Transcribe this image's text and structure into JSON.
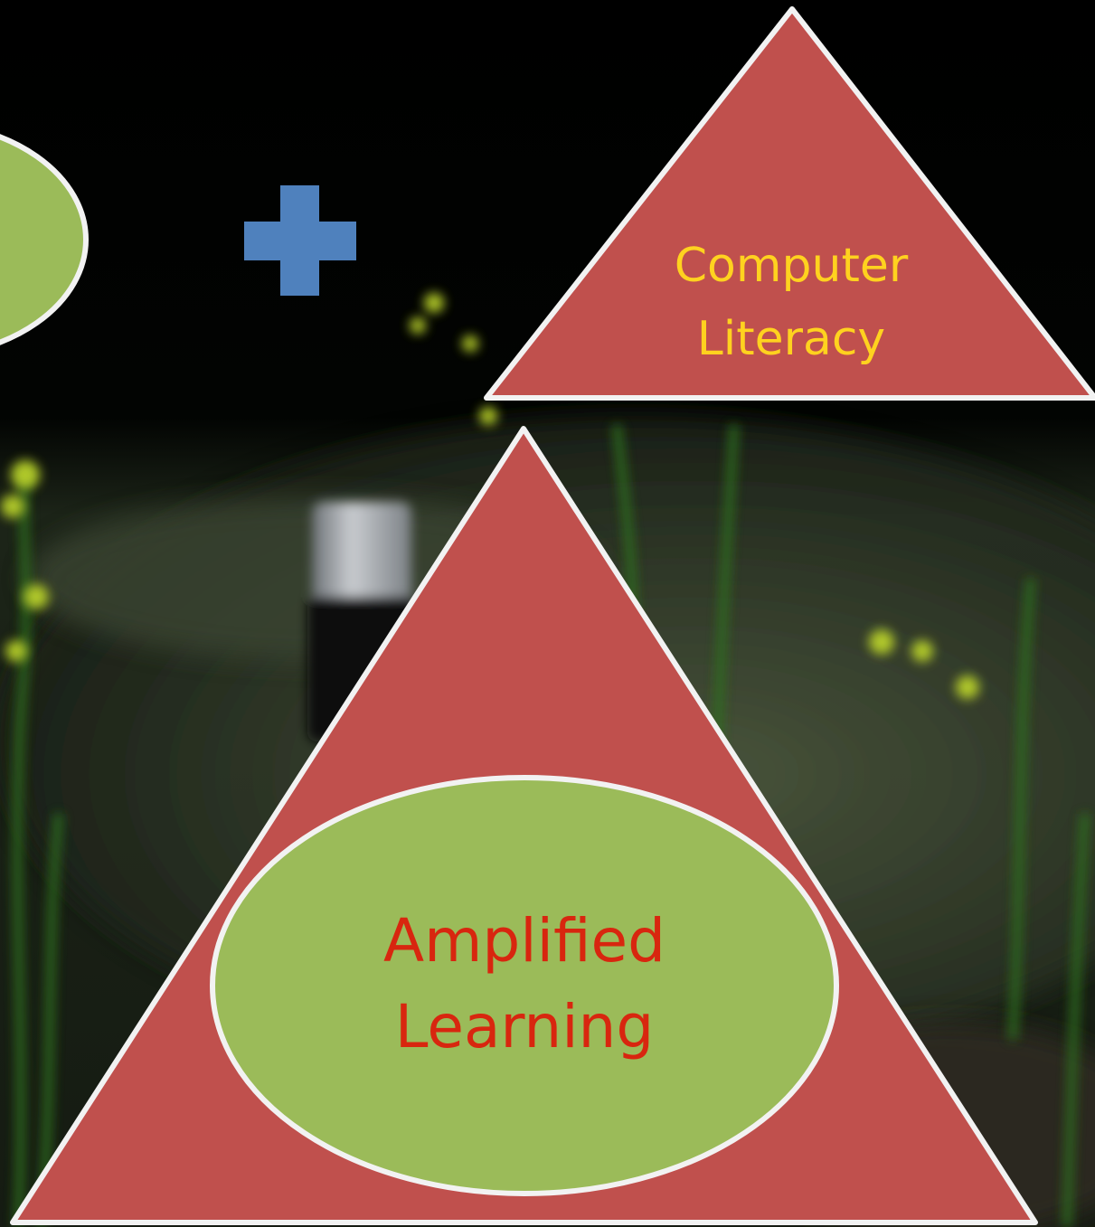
{
  "slide": {
    "shapes": {
      "computer_literacy": {
        "line1": "Computer",
        "line2": "Literacy"
      },
      "amplified_learning": {
        "line1": "Amplified",
        "line2": "Learning"
      }
    }
  },
  "palette": {
    "triangle_fill": "#c0504d",
    "ellipse_fill": "#9bbb59",
    "outline": "#f2f2f2",
    "plus_icon": "#4f81bd",
    "label_yellow": "#ffd21f",
    "label_red": "#d8260f"
  }
}
